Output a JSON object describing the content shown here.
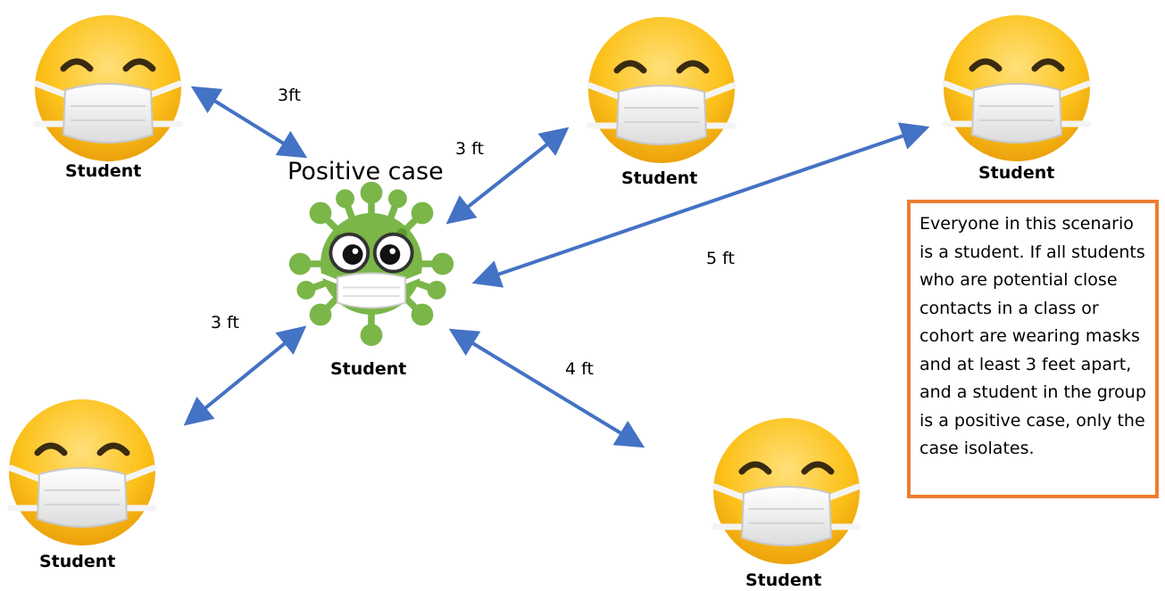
{
  "title": "Positive case",
  "labels": {
    "student_top_left": "Student",
    "student_top_middle": "Student",
    "student_top_right": "Student",
    "student_bottom_left": "Student",
    "student_bottom_right": "Student",
    "student_center": "Student"
  },
  "distances": {
    "top_left": "3ft",
    "top_middle": "3 ft",
    "right": "5 ft",
    "bottom_left": "3 ft",
    "bottom_right": "4 ft"
  },
  "note": "Everyone in this scenario is a student. If all students who are potential close contacts in a class or cohort are wearing masks and at least 3 feet apart, and a student in the group is a positive case, only the case isolates.",
  "icons": {
    "student": "masked-smiley-face-icon",
    "case": "virus-with-mask-icon"
  },
  "colors": {
    "arrow": "#4472c4",
    "note_border": "#ed7d31",
    "face": "#fcc21b",
    "virus": "#7ab648"
  }
}
